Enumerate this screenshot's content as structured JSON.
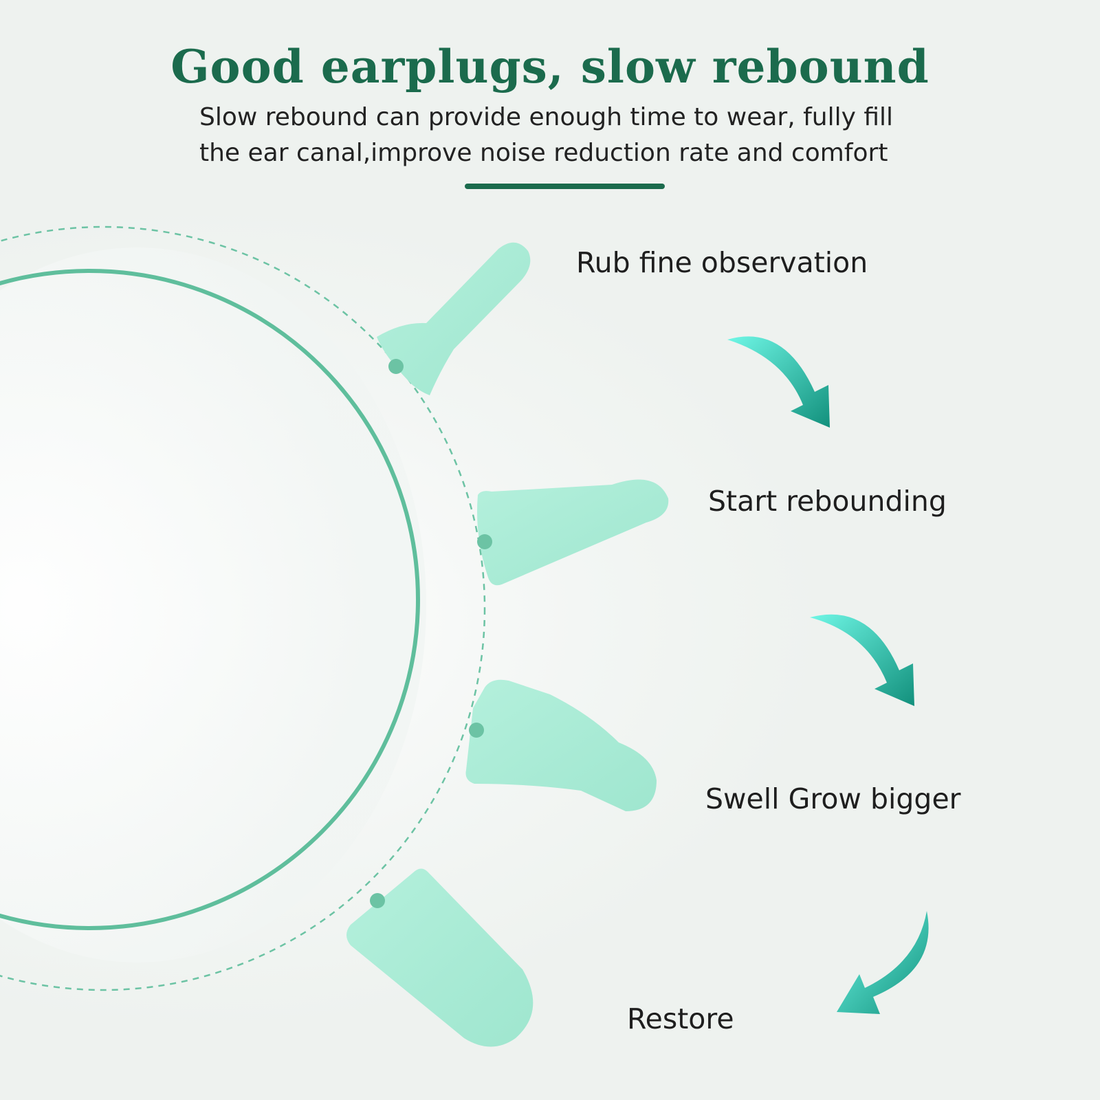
{
  "header": {
    "title": "Good earplugs, slow rebound",
    "subtitle": "Slow rebound can provide enough time to wear, fully fill the ear canal,improve noise reduction rate and comfort"
  },
  "steps": [
    {
      "label": "Rub fine observation"
    },
    {
      "label": "Start rebounding"
    },
    {
      "label": "Swell Grow bigger"
    },
    {
      "label": "Restore"
    }
  ],
  "colors": {
    "title": "#1b6b4d",
    "earplug": "#a6ebd5",
    "circle": "#5fbe9c",
    "arrow_start": "#5ff5e0",
    "arrow_end": "#12907c"
  },
  "icons": [
    "earplug-compressed-icon",
    "earplug-rebounding-icon",
    "earplug-swelling-icon",
    "earplug-restored-icon",
    "curved-arrow-icon"
  ]
}
